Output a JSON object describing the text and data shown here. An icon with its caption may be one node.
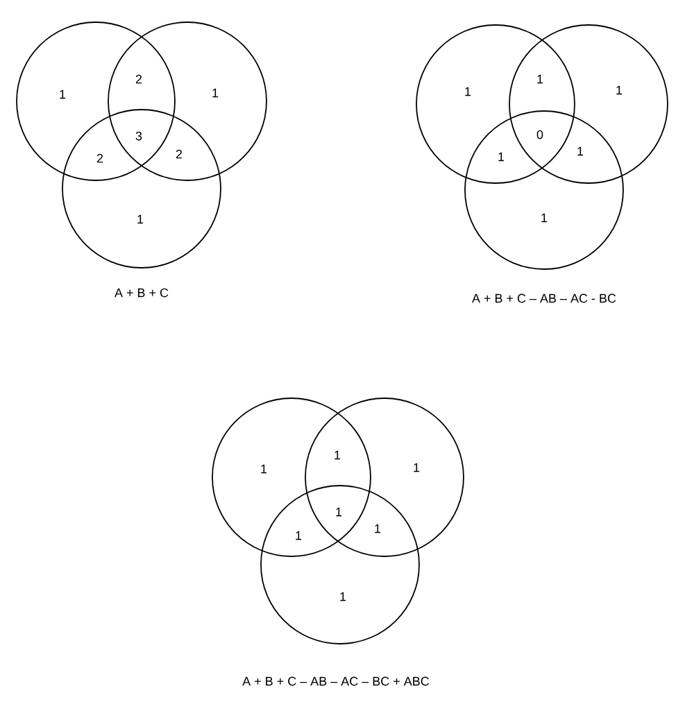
{
  "diagram": {
    "nodes": [
      {
        "text": [],
        "shape": "circle"
      },
      {
        "text": [],
        "shape": "circle"
      },
      {
        "text": [],
        "shape": "circle"
      },
      {
        "text": [],
        "shape": "circle"
      },
      {
        "text": [],
        "shape": "circle"
      },
      {
        "text": [],
        "shape": "circle"
      },
      {
        "text": [],
        "shape": "circle"
      },
      {
        "text": [],
        "shape": "circle"
      },
      {
        "text": [],
        "shape": "circle"
      }
    ],
    "labels": [
      "1",
      "2",
      "1",
      "3",
      "2",
      "2",
      "1",
      "A + B + C",
      "1",
      "1",
      "1",
      "0",
      "1",
      "1",
      "1",
      "A + B + C – AB – AC - BC",
      "1",
      "1",
      "1",
      "1",
      "1",
      "1",
      "1",
      "A + B + C – AB – AC – BC + ABC"
    ]
  }
}
